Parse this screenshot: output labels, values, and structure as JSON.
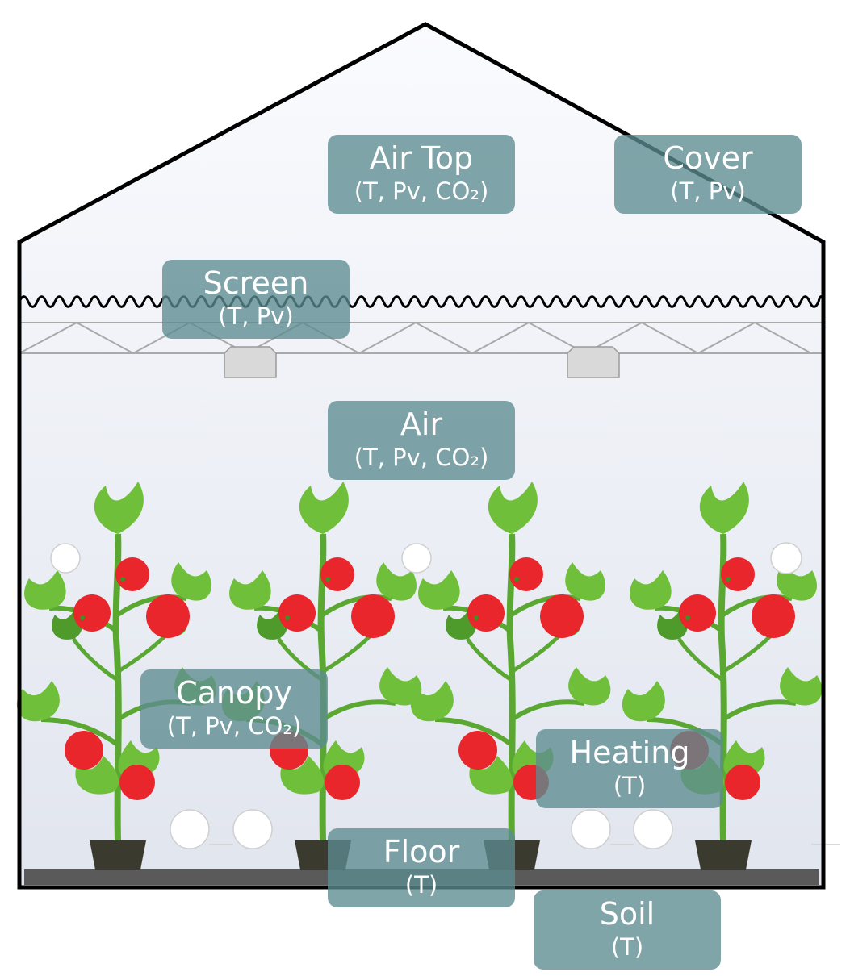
{
  "diagram": {
    "compartments": [
      {
        "id": "air-top",
        "title": "Air Top",
        "vars": "(T, Pv, CO₂)"
      },
      {
        "id": "cover",
        "title": "Cover",
        "vars": "(T, Pv)"
      },
      {
        "id": "screen",
        "title": "Screen",
        "vars": "(T, Pv)"
      },
      {
        "id": "air",
        "title": "Air",
        "vars": "(T, Pv, CO₂)"
      },
      {
        "id": "canopy",
        "title": "Canopy",
        "vars": "(T, Pv, CO₂)"
      },
      {
        "id": "heating",
        "title": "Heating",
        "vars": "(T)"
      },
      {
        "id": "floor",
        "title": "Floor",
        "vars": "(T)"
      },
      {
        "id": "soil",
        "title": "Soil",
        "vars": "(T)"
      }
    ],
    "colors": {
      "outline": "#000000",
      "interior_top": "#f9fafd",
      "interior_bottom": "#e2e6ee",
      "label_box": "#5c8c91",
      "leaf": "#6fbf3a",
      "leaf_dark": "#4e9a2a",
      "stem": "#5aa832",
      "tomato": "#e8262b",
      "pot": "#3b3a2e",
      "floor": "#5a5a5a",
      "truss": "#a9a9a9",
      "lamp": "#d9d9d9"
    }
  }
}
